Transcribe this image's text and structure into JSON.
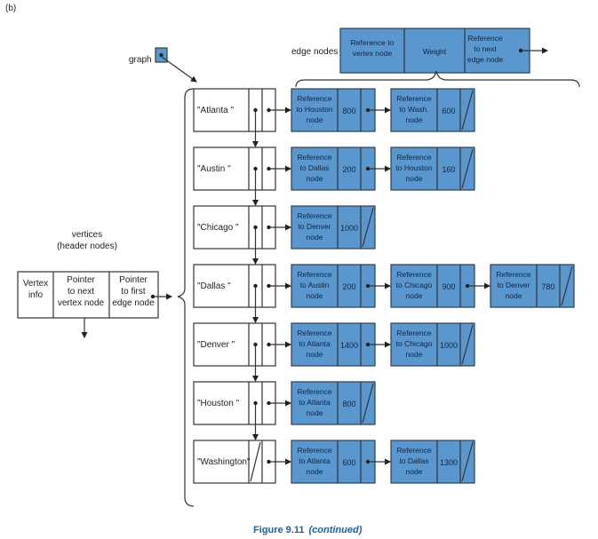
{
  "corner_label": "(b)",
  "graph_label": "graph",
  "edge_nodes_label": "edge nodes",
  "edge_legend": {
    "ref_vertex": [
      "Reference to",
      "vertex node"
    ],
    "weight": "Weight",
    "ref_next": [
      "Reference",
      "to next",
      "edge node"
    ]
  },
  "vertices_caption": [
    "vertices",
    "(header nodes)"
  ],
  "header_legend": {
    "info": [
      "Vertex",
      "info"
    ],
    "next": [
      "Pointer",
      "to next",
      "vertex node"
    ],
    "first": [
      "Pointer",
      "to first",
      "edge node"
    ]
  },
  "vertices": [
    {
      "name": "\"Atlanta     \"",
      "edges": [
        {
          "ref": [
            "Reference",
            "to Houston",
            "node"
          ],
          "weight": "800"
        },
        {
          "ref": [
            "Reference",
            "to Wash.",
            "node"
          ],
          "weight": "600"
        }
      ]
    },
    {
      "name": "\"Austin      \"",
      "edges": [
        {
          "ref": [
            "Reference",
            "to Dallas",
            "node"
          ],
          "weight": "200"
        },
        {
          "ref": [
            "Reference",
            "to Houston",
            "node"
          ],
          "weight": "160"
        }
      ]
    },
    {
      "name": "\"Chicago     \"",
      "edges": [
        {
          "ref": [
            "Reference",
            "to Denver",
            "node"
          ],
          "weight": "1000"
        }
      ]
    },
    {
      "name": "\"Dallas      \"",
      "edges": [
        {
          "ref": [
            "Reference",
            "to Austin",
            "node"
          ],
          "weight": "200"
        },
        {
          "ref": [
            "Reference",
            "to Chicago",
            "node"
          ],
          "weight": "900"
        },
        {
          "ref": [
            "Reference",
            "to Denver",
            "node"
          ],
          "weight": "780"
        }
      ]
    },
    {
      "name": "\"Denver      \"",
      "edges": [
        {
          "ref": [
            "Reference",
            "to Atlanta",
            "node"
          ],
          "weight": "1400"
        },
        {
          "ref": [
            "Reference",
            "to Chicago",
            "node"
          ],
          "weight": "1000"
        }
      ]
    },
    {
      "name": "\"Houston     \"",
      "edges": [
        {
          "ref": [
            "Reference",
            "to Atlanta",
            "node"
          ],
          "weight": "800"
        }
      ]
    },
    {
      "name": "\"Washington\"",
      "edges": [
        {
          "ref": [
            "Reference",
            "to Atlanta",
            "node"
          ],
          "weight": "600"
        },
        {
          "ref": [
            "Reference",
            "to Dallas",
            "node"
          ],
          "weight": "1300"
        }
      ]
    }
  ],
  "caption": {
    "figure": "Figure 9.11",
    "note": "(continued)"
  },
  "colors": {
    "edge_fill": "#5b97cf",
    "edge_stroke": "#2a3f55",
    "caption": "#1f5fa8"
  }
}
